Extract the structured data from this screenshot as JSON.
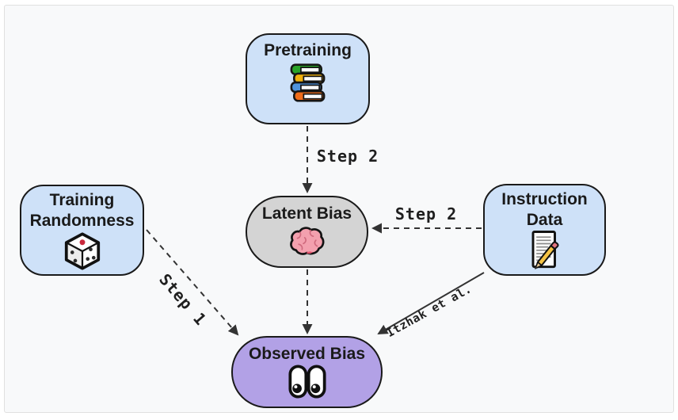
{
  "panel": {
    "background": "#f8f9fa",
    "border_color": "#e0e0e0"
  },
  "nodes": {
    "pretraining": {
      "label": "Pretraining",
      "icon": "books-icon",
      "fill": "#cee1f8",
      "border": "#1a1a1a"
    },
    "training_randomness": {
      "label": "Training Randomness",
      "icon": "dice-icon",
      "fill": "#cee1f8",
      "border": "#1a1a1a"
    },
    "latent_bias": {
      "label": "Latent Bias",
      "icon": "brain-icon",
      "fill": "#d4d4d4",
      "border": "#1a1a1a"
    },
    "instruction_data": {
      "label": "Instruction Data",
      "icon": "memo-icon",
      "fill": "#cee1f8",
      "border": "#1a1a1a"
    },
    "observed_bias": {
      "label": "Observed Bias",
      "icon": "eyes-icon",
      "fill": "#b2a1e6",
      "border": "#1a1a1a"
    }
  },
  "edges": [
    {
      "from": "pretraining",
      "to": "latent_bias",
      "label": "Step 2",
      "style": "dashed"
    },
    {
      "from": "instruction_data",
      "to": "latent_bias",
      "label": "Step 2",
      "style": "dashed"
    },
    {
      "from": "training_randomness",
      "to": "observed_bias",
      "label": "Step 1",
      "style": "dashed"
    },
    {
      "from": "latent_bias",
      "to": "observed_bias",
      "label": "",
      "style": "dashed"
    },
    {
      "from": "instruction_data",
      "to": "observed_bias",
      "label": "Itzhak et al.",
      "style": "solid"
    }
  ],
  "colors": {
    "arrow": "#333333",
    "edge_label_text": "#1f1f1f",
    "node_title_text": "#1a1a1a"
  }
}
